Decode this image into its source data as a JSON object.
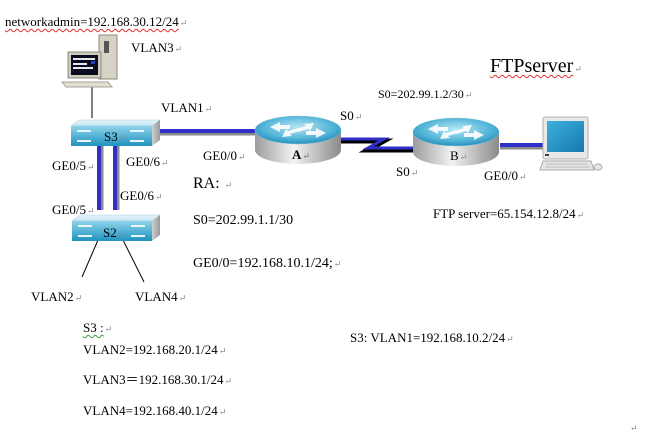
{
  "diagram": {
    "nodes": {
      "admin_pc": {
        "type": "desktop-pc",
        "label": "networkadmin=192.168.30.12/24",
        "vlan": "VLAN3"
      },
      "s3": {
        "type": "layer3-switch",
        "label": "S3"
      },
      "s2": {
        "type": "switch",
        "label": "S2"
      },
      "router_a": {
        "type": "router",
        "label": "A"
      },
      "router_b": {
        "type": "router",
        "label": "B"
      },
      "ftp_pc": {
        "type": "server-pc",
        "title": "FTPserver",
        "label": "FTP server=65.154.12.8/24"
      }
    },
    "links": [
      {
        "from": "admin_pc",
        "to": "s3",
        "kind": "thin"
      },
      {
        "from": "s3",
        "to": "router_a",
        "kind": "ethernet",
        "label": "VLAN1",
        "to_port": "GE0/0"
      },
      {
        "from": "s3",
        "to": "s2",
        "kind": "ethernet",
        "from_port": "GE0/5",
        "to_port": "GE0/5"
      },
      {
        "from": "s3",
        "to": "s2",
        "kind": "ethernet",
        "from_port": "GE0/6",
        "to_port": "GE0/6"
      },
      {
        "from": "router_a",
        "to": "router_b",
        "kind": "serial",
        "from_port": "S0",
        "to_port": "S0",
        "label": "S0=202.99.1.2/30"
      },
      {
        "from": "router_b",
        "to": "ftp_pc",
        "kind": "ethernet",
        "from_port": "GE0/0"
      },
      {
        "from": "s2",
        "to": "vlan2",
        "kind": "thin"
      },
      {
        "from": "s2",
        "to": "vlan4",
        "kind": "thin"
      }
    ],
    "labels": {
      "networkadmin": "networkadmin=192.168.30.12/24",
      "vlan3": "VLAN3",
      "ftp_title": "FTPserver",
      "vlan1": "VLAN1",
      "b_s0_ip": "S0=202.99.1.2/30",
      "a_s0": "S0",
      "b_s0": "S0",
      "a_ge00": "GE0/0",
      "b_ge00": "GE0/0",
      "s3_ge05": "GE0/5",
      "s3_ge06": "GE0/6",
      "s2_ge05": "GE0/5",
      "s2_ge06": "GE0/6",
      "s3": "S3",
      "s2": "S2",
      "router_a": "A",
      "router_b": "B",
      "ftp_server_ip": "FTP server=65.154.12.8/24",
      "vlan2": "VLAN2",
      "vlan4": "VLAN4"
    },
    "ra_config": {
      "title": "RA:",
      "s0": "S0=202.99.1.1/30",
      "ge00": "GE0/0=192.168.10.1/24;"
    },
    "s3_config": {
      "title": "S3 :",
      "lines": [
        "VLAN2=192.168.20.1/24",
        "VLAN3＝192.168.30.1/24",
        "VLAN4=192.168.40.1/24"
      ],
      "vlan1": "S3: VLAN1=192.168.10.2/24"
    },
    "paragraph_mark": "↵"
  },
  "colors": {
    "link_blue": "#2f2fc8",
    "link_shadow": "#8a8a8a",
    "device_cyan": "#2a9cc8",
    "device_gray": "#b8b8b8",
    "spell_red": "#e03030",
    "grammar_green": "#3a9a3a"
  }
}
